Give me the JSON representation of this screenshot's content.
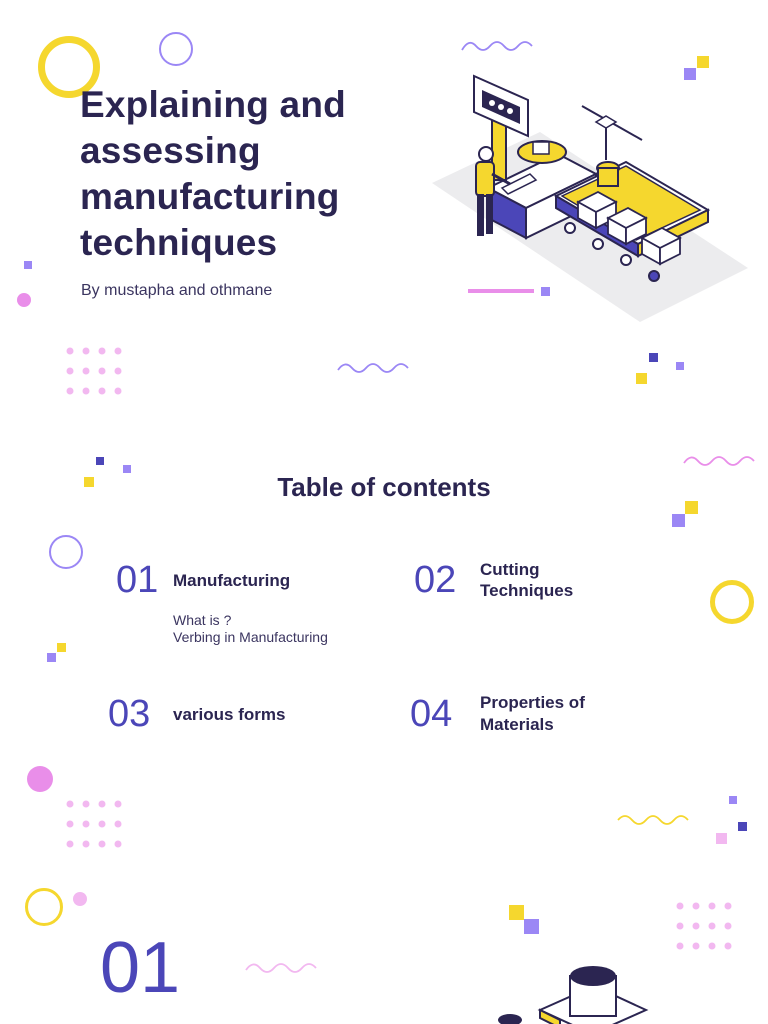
{
  "cover": {
    "title": "Explaining and assessing manufacturing techniques",
    "subtitle": "By mustapha and othmane"
  },
  "toc": {
    "heading": "Table of contents",
    "items": [
      {
        "number": "01",
        "label": "Manufacturing",
        "sub_lines": [
          "What is ?",
          "Verbing in Manufacturing"
        ]
      },
      {
        "number": "02",
        "label_lines": [
          "Cutting",
          "Techniques"
        ]
      },
      {
        "number": "03",
        "label": "various forms"
      },
      {
        "number": "04",
        "label_lines": [
          "Properties of",
          "Materials"
        ]
      }
    ]
  },
  "section": {
    "number": "01"
  },
  "icons": {
    "illustration": "assembly-line-illustration",
    "decor": [
      "ring-icon",
      "wave-icon",
      "dot-grid-icon",
      "square-pair-icon"
    ]
  },
  "colors": {
    "navy": "#2b2551",
    "indigo": "#4b46b8",
    "yellow": "#f5d72e",
    "violet": "#9b87f5",
    "pink": "#e98ee9",
    "lilac": "#f2b8f0"
  }
}
